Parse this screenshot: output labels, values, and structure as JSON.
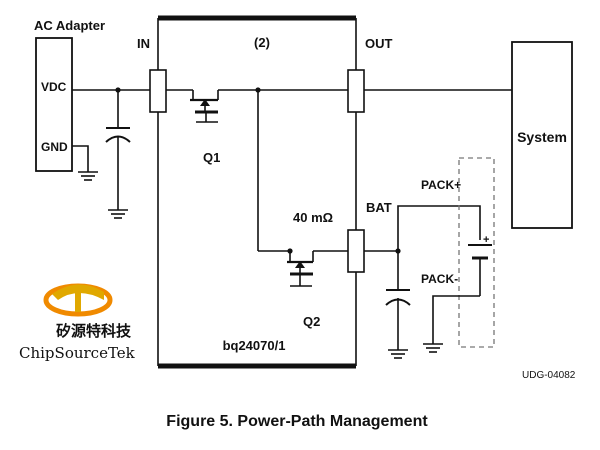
{
  "labels": {
    "ac_adapter": "AC Adapter",
    "vdc": "VDC",
    "gnd": "GND",
    "in": "IN",
    "out": "OUT",
    "note": "(2)",
    "q1": "Q1",
    "q2": "Q2",
    "bat": "BAT",
    "resistance": "40 mΩ",
    "chip": "bq24070/1",
    "system": "System",
    "pack_plus": "PACK+",
    "pack_minus": "PACK-",
    "battery_plus": "+",
    "doc_code": "UDG-04082",
    "caption": "Figure 5.  Power-Path Management"
  },
  "watermark": {
    "name_cn": "矽源特科技",
    "name_en": "ChipSourceTek"
  },
  "colors": {
    "wire": "#111111",
    "logo_gold": "#e0a800",
    "logo_orange": "#f08a00",
    "dashed_box": "#777777"
  }
}
